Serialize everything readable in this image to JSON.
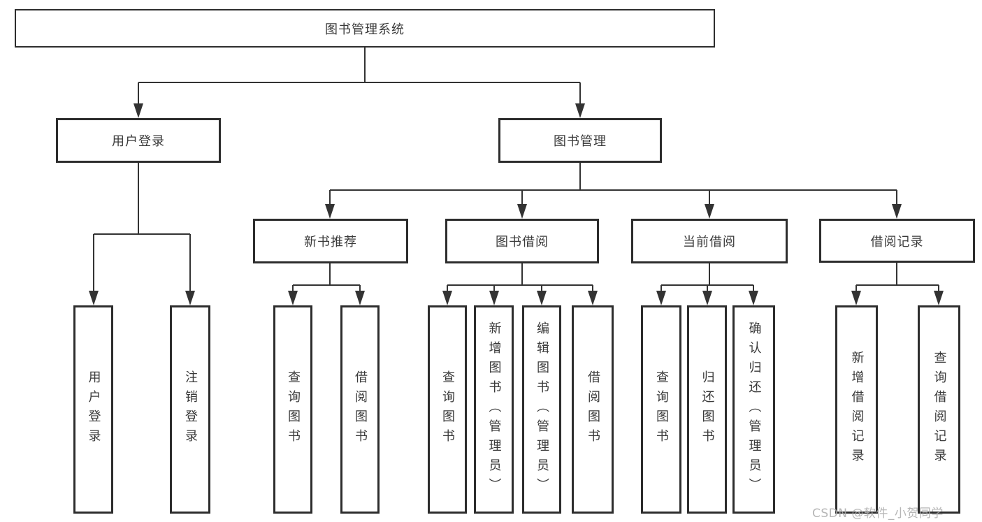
{
  "diagram_title": "图书管理系统",
  "watermark": "CSDN @软件_小贺同学",
  "colors": {
    "line": "#333333",
    "box_border": "#2d2d2d",
    "box_fill": "#ffffff",
    "text": "#3a3a3a",
    "watermark": "#acacac",
    "background": "#ffffff"
  },
  "nodes": {
    "root": {
      "label": "图书管理系统",
      "children": [
        "user_login",
        "book_management"
      ]
    },
    "user_login": {
      "label": "用户登录",
      "children": [
        "leaf_user_login",
        "leaf_logout"
      ]
    },
    "book_management": {
      "label": "图书管理",
      "children": [
        "new_book_recommend",
        "book_borrowing",
        "current_borrowing",
        "borrowing_records"
      ]
    },
    "new_book_recommend": {
      "label": "新书推荐",
      "children": [
        "leaf_query_books_recommend",
        "leaf_borrow_books_recommend"
      ]
    },
    "book_borrowing": {
      "label": "图书借阅",
      "children": [
        "leaf_query_books_borrowing",
        "leaf_add_books_admin",
        "leaf_edit_books_admin",
        "leaf_borrow_books_borrowing"
      ]
    },
    "current_borrowing": {
      "label": "当前借阅",
      "children": [
        "leaf_query_books_current",
        "leaf_return_books",
        "leaf_confirm_return_admin"
      ]
    },
    "borrowing_records": {
      "label": "借阅记录",
      "children": [
        "leaf_add_borrow_record",
        "leaf_query_borrow_record"
      ]
    },
    "leaf_user_login": {
      "label": "用户登录",
      "children": []
    },
    "leaf_logout": {
      "label": "注销登录",
      "children": []
    },
    "leaf_query_books_recommend": {
      "label": "查询图书",
      "children": []
    },
    "leaf_borrow_books_recommend": {
      "label": "借阅图书",
      "children": []
    },
    "leaf_query_books_borrowing": {
      "label": "查询图书",
      "children": []
    },
    "leaf_add_books_admin": {
      "label": "新增图书（管理员）",
      "children": []
    },
    "leaf_edit_books_admin": {
      "label": "编辑图书（管理员）",
      "children": []
    },
    "leaf_borrow_books_borrowing": {
      "label": "借阅图书",
      "children": []
    },
    "leaf_query_books_current": {
      "label": "查询图书",
      "children": []
    },
    "leaf_return_books": {
      "label": "归还图书",
      "children": []
    },
    "leaf_confirm_return_admin": {
      "label": "确认归还（管理员）",
      "children": []
    },
    "leaf_add_borrow_record": {
      "label": "新增借阅记录",
      "children": []
    },
    "leaf_query_borrow_record": {
      "label": "查询借阅记录",
      "children": []
    }
  }
}
